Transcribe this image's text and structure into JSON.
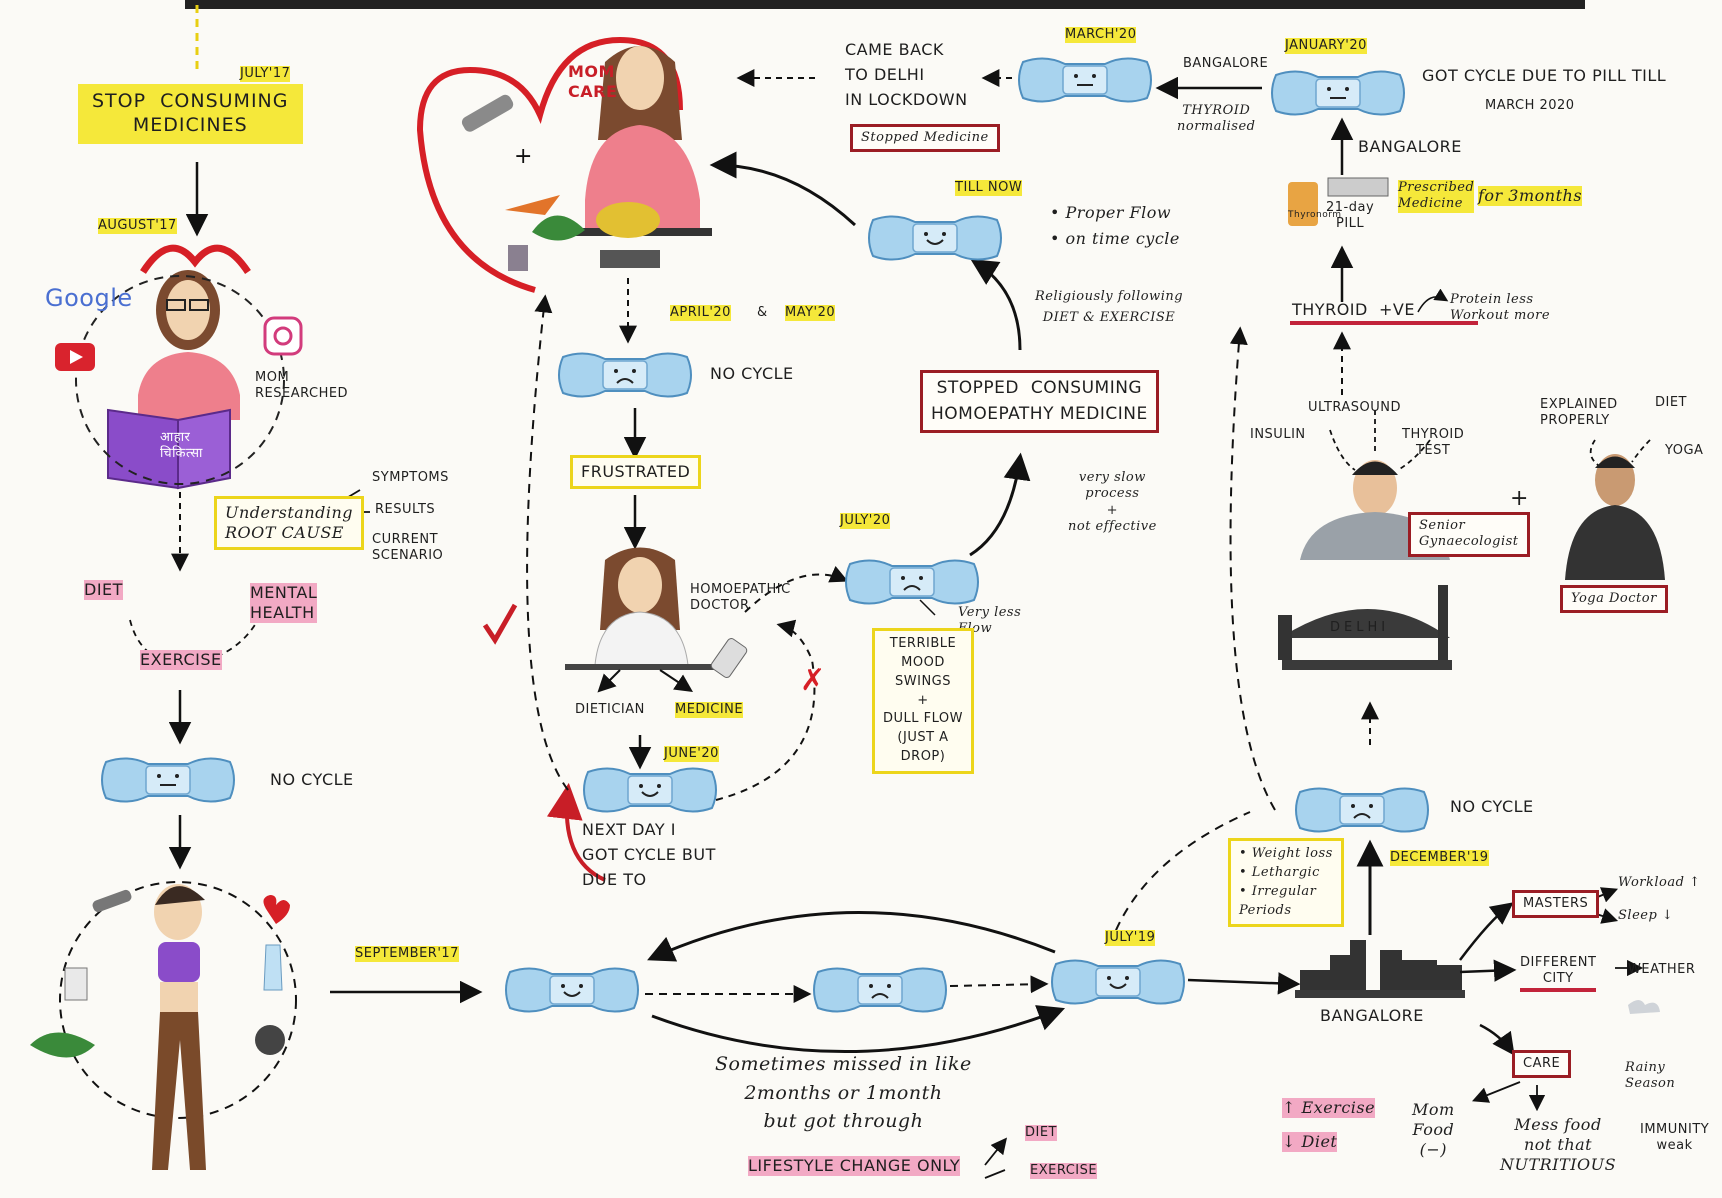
{
  "left": {
    "date_july17": "JULY'17",
    "stop_consuming": "STOP  CONSUMING\nMEDICINES",
    "date_aug17": "AUGUST'17",
    "google": "Google",
    "mom_researched": "MOM\nRESEARCHED",
    "book_title": "आहार\nचिकित्सा",
    "understanding": "Understanding\nROOT CAUSE",
    "symptoms": "SYMPTOMS",
    "results": "RESULTS",
    "current_scenario": "CURRENT\nSCENARIO",
    "diet": "DIET",
    "mental_health": "MENTAL\nHEALTH",
    "exercise": "EXERCISE",
    "no_cycle": "NO CYCLE"
  },
  "bottom": {
    "sept17": "SEPTEMBER'17",
    "july19": "JULY'19",
    "sometimes_missed": "Sometimes missed in like\n2months or 1month\nbut got through",
    "lifestyle": "LIFESTYLE CHANGE ONLY",
    "diet": "DIET",
    "exercise": "EXERCISE"
  },
  "middle": {
    "mom_care": "MOM\nCARE",
    "came_back": "CAME BACK\nTO DELHI\nIN LOCKDOWN",
    "stopped_medicine": "Stopped Medicine",
    "april_may": [
      "APRIL'20",
      "&",
      "MAY'20"
    ],
    "no_cycle": "NO CYCLE",
    "frustrated": "FRUSTRATED",
    "homeo_doctor": "HOMOEPATHIC\nDOCTOR",
    "dietician": "DIETICIAN",
    "medicine": "MEDICINE",
    "june20": "JUNE'20",
    "next_day": "NEXT DAY I\nGOT CYCLE BUT\nDUE TO",
    "july20": "JULY'20",
    "very_less_flow": "Very less\nFlow",
    "terrible": "TERRIBLE\nMOOD\nSWINGS\n+\nDULL FLOW\n(JUST A\nDROP)",
    "stopped_homeo": "STOPPED  CONSUMING\nHOMOEPATHY MEDICINE",
    "very_slow": "very slow\nprocess\n+\nnot effective",
    "religiously": "Religiously following\nDIET & EXERCISE",
    "till_now": "TILL NOW",
    "proper_flow": "• Proper Flow\n• on time cycle",
    "march20": "MARCH'20",
    "bangalore_arrow": "BANGALORE",
    "thyroid_normalised": "THYROID\nnormalised"
  },
  "right": {
    "jan20": "JANUARY'20",
    "got_cycle": "GOT CYCLE DUE TO PILL TILL",
    "till_march": "MARCH 2020",
    "bangalore_up": "BANGALORE",
    "thyronorm": "Thyronorm",
    "pill": "21-day\nPILL",
    "prescribed": "Prescribed\nMedicine",
    "for_3months": "for 3months",
    "thyroid_tve": "THYROID  +VE",
    "protein_less": "Protein less\nWorkout more",
    "ultrasound": "ULTRASOUND",
    "insulin": "INSULIN",
    "thyroid_test": "THYROID\nTEST",
    "senior_gyn": "Senior\nGynaecologist",
    "explained": "EXPLAINED\nPROPERLY",
    "diet": "DIET",
    "yoga": "YOGA",
    "yoga_doctor": "Yoga Doctor",
    "plus": "+",
    "delhi": "DELHI",
    "no_cycle": "NO CYCLE",
    "dec19": "DECEMBER'19",
    "symptoms_list": "• Weight loss\n• Lethargic\n• Irregular\nPeriods",
    "bangalore_city": "BANGALORE",
    "masters": "MASTERS",
    "workload": "Workload ↑",
    "sleep": "Sleep ↓",
    "different_city": "DIFFERENT\nCITY",
    "weather": "WEATHER",
    "rainy_season": "Rainy\nSeason",
    "immunity_weak": "IMMUNITY\nweak",
    "care": "CARE",
    "exercise_up": "↑ Exercise",
    "diet_down": "↓ Diet",
    "mom_food": "Mom\nFood\n(−)",
    "mess_food": "Mess food\nnot that\nNUTRITIOUS"
  },
  "colors": {
    "yellow_highlight": "#f5e83a",
    "pink_highlight": "#f2a9c4",
    "box_red": "#9b1d24",
    "heart_red": "#d61f26",
    "pad_blue": "#a8d3ee"
  }
}
